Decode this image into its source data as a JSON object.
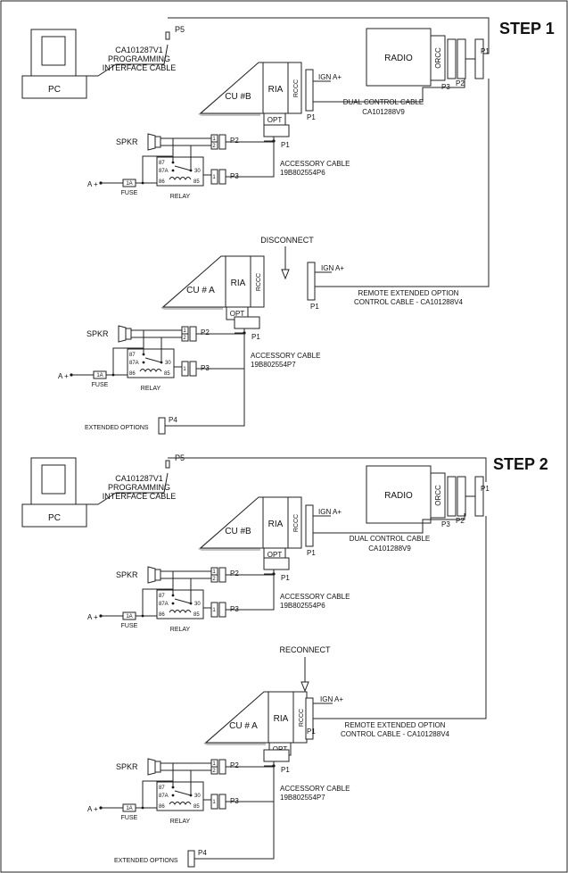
{
  "labels": {
    "step1": "STEP 1",
    "step2": "STEP 2",
    "pc": "PC",
    "prog_cable_1": "CA101287V1",
    "prog_cable_2": "PROGRAMMING",
    "prog_cable_3": "INTERFACE CABLE",
    "p5": "P5",
    "radio": "RADIO",
    "orcc": "ORCC",
    "p1": "P1",
    "p2": "P2",
    "p3": "P3",
    "p4": "P4",
    "cu_b": "CU #B",
    "cu_a": "CU # A",
    "ria": "RIA",
    "rccc": "RCCC",
    "opt": "OPT",
    "ign": "IGN A+",
    "dual_cable_1": "DUAL CONTROL CABLE",
    "dual_cable_2": "CA101288V9",
    "spkr": "SPKR",
    "accessory": "ACCESSORY CABLE",
    "acc_b": "19B802554P6",
    "acc_a": "19B802554P7",
    "a_plus": "A +",
    "fuse": "FUSE",
    "fuse_val": "1A",
    "relay": "RELAY",
    "pin87": "87",
    "pin87a": "87A",
    "pin30": "30",
    "pin86": "86",
    "pin85": "85",
    "pin_1": "1",
    "pin_2": "2",
    "disconnect": "DISCONNECT",
    "reconnect": "RECONNECT",
    "remote_1": "REMOTE EXTENDED OPTION",
    "remote_2": "CONTROL CABLE - CA101288V4",
    "ext_options": "EXTENDED OPTIONS"
  }
}
